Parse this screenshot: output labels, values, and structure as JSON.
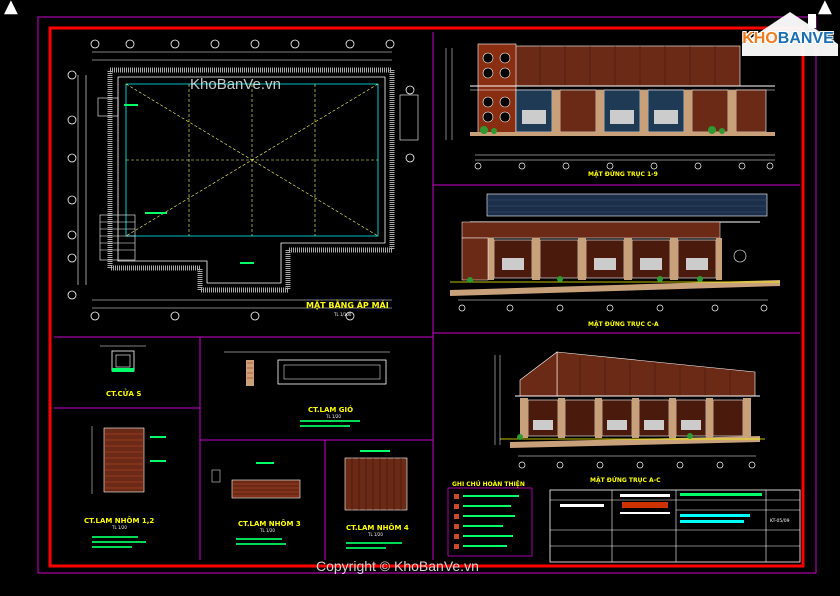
{
  "watermark": {
    "site": "KhoBanVe.vn",
    "copyright": "Copyright © KhoBanVe.vn"
  },
  "logo": {
    "left": "KHO",
    "right": "BANVE"
  },
  "views": {
    "roof_plan": "MẶT BẰNG ÁP MÁI",
    "roof_plan_scale": "TL 1/100",
    "elev_1_9": "MẶT ĐỨNG TRỤC 1-9",
    "elev_c_a": "MẶT ĐỨNG TRỤC C-A",
    "elev_a_c": "MẶT ĐỨNG TRỤC A-C",
    "detail_door": "CT.CỬA S",
    "detail_gio": "CT.LAM GIÓ",
    "detail_gio_scale": "TL 1/20",
    "detail_nhom12": "CT.LAM NHÔM 1,2",
    "detail_nhom12_scale": "TL 1/20",
    "detail_nhom3": "CT.LAM NHÔM 3",
    "detail_nhom3_scale": "TL 1/20",
    "detail_nhom4": "CT.LAM NHÔM 4",
    "detail_nhom4_scale": "TL 1/20"
  },
  "notes": {
    "title": "GHI CHÚ HOÀN THIỆN"
  },
  "title_block": {
    "code": "KT-05/09"
  },
  "colors": {
    "frame": "#ff0000",
    "border": "#cc00cc",
    "brick": "#6b2a15",
    "line": "#ffffff"
  }
}
